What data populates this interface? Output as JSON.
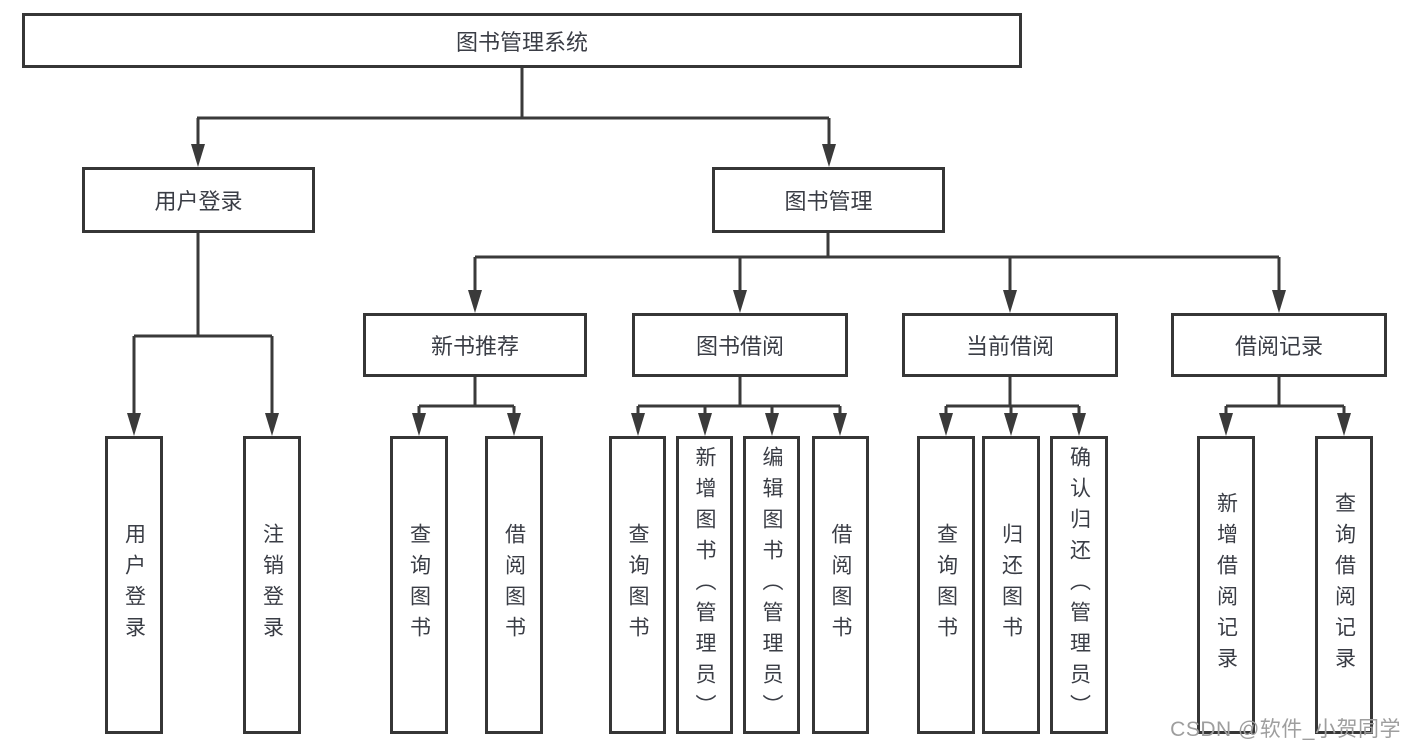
{
  "title": "图书管理系统",
  "watermark": "CSDN @软件_小贺同学",
  "colors": {
    "line": "#3a3a3a",
    "box_border": "#363636",
    "text": "#3a3d45",
    "watermark": "#9e9e9e",
    "background": "#ffffff"
  },
  "chart_data": {
    "type": "tree-diagram",
    "root": "图书管理系统",
    "hierarchy": {
      "图书管理系统": {
        "用户登录": [
          "用户登录",
          "注销登录"
        ],
        "图书管理": {
          "新书推荐": [
            "查询图书",
            "借阅图书"
          ],
          "图书借阅": [
            "查询图书",
            "新增图书（管理员）",
            "编辑图书（管理员）",
            "借阅图书"
          ],
          "当前借阅": [
            "查询图书",
            "归还图书",
            "确认归还（管理员）"
          ],
          "借阅记录": [
            "新增借阅记录",
            "查询借阅记录"
          ]
        }
      }
    }
  },
  "nodes": {
    "root": "图书管理系统",
    "branches": [
      {
        "label": "用户登录",
        "leaves": [
          "用户登录",
          "注销登录"
        ]
      },
      {
        "label": "图书管理",
        "sections": [
          {
            "label": "新书推荐",
            "leaves": [
              "查询图书",
              "借阅图书"
            ]
          },
          {
            "label": "图书借阅",
            "leaves": [
              "查询图书",
              "新增图书（管理员）",
              "编辑图书（管理员）",
              "借阅图书"
            ]
          },
          {
            "label": "当前借阅",
            "leaves": [
              "查询图书",
              "归还图书",
              "确认归还（管理员）"
            ]
          },
          {
            "label": "借阅记录",
            "leaves": [
              "新增借阅记录",
              "查询借阅记录"
            ]
          }
        ]
      }
    ]
  }
}
